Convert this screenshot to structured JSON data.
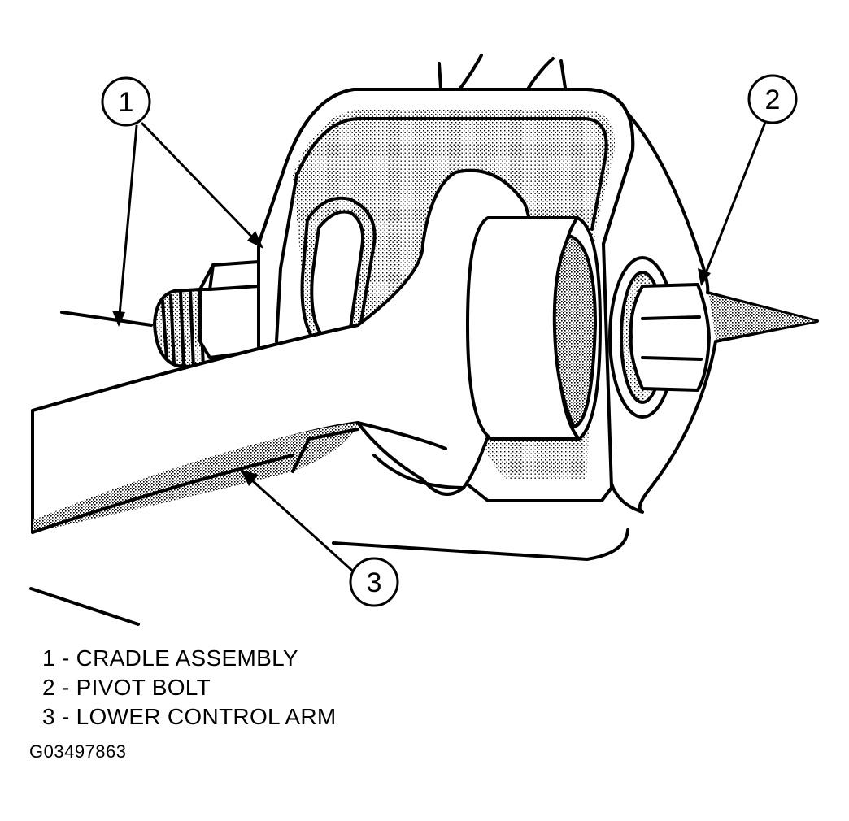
{
  "callouts": [
    {
      "number": "1",
      "target": "cradle-assembly"
    },
    {
      "number": "2",
      "target": "pivot-bolt"
    },
    {
      "number": "3",
      "target": "lower-control-arm"
    }
  ],
  "legend": [
    {
      "text": "1 - CRADLE ASSEMBLY"
    },
    {
      "text": "2 - PIVOT BOLT"
    },
    {
      "text": "3 - LOWER CONTROL ARM"
    }
  ],
  "figure_id": "G03497863",
  "colors": {
    "ink": "#000000",
    "paper": "#ffffff",
    "shading": "#9a9a9a"
  }
}
